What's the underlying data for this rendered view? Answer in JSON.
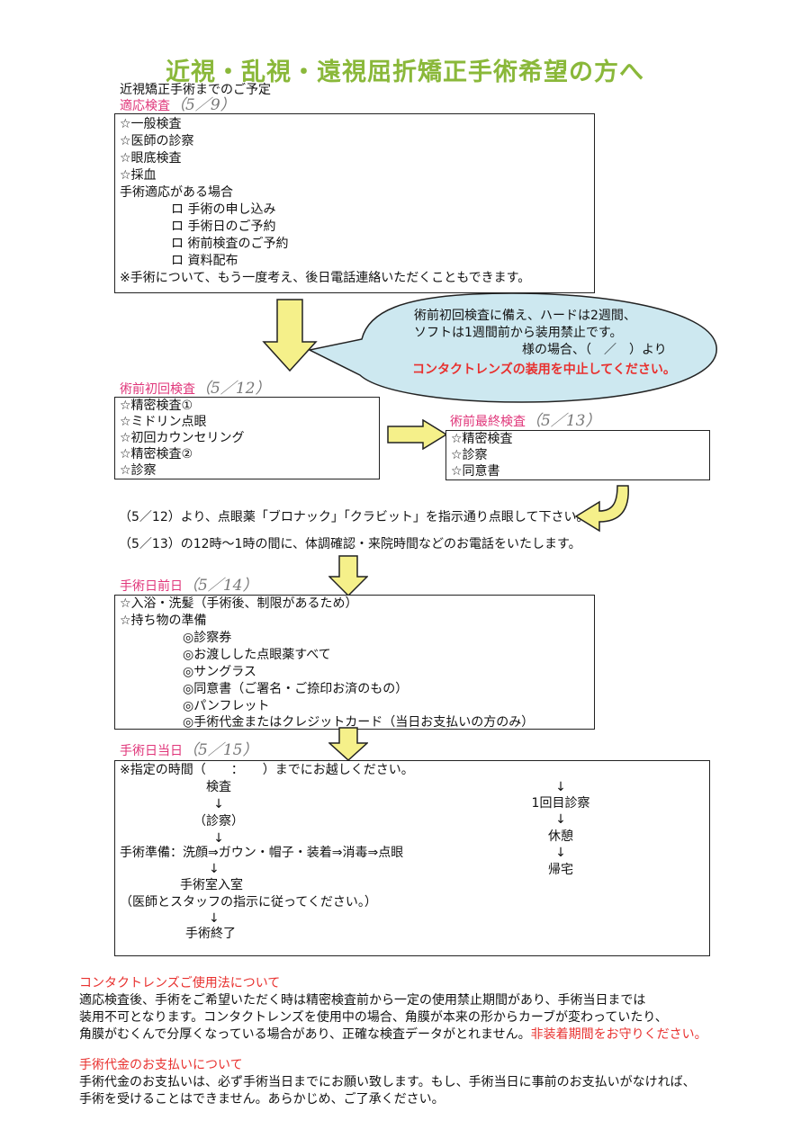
{
  "title": "近視・乱視・遠視屈折矯正手術希望の方へ",
  "intro": "近視矯正手術までのご予定",
  "tekiou": {
    "heading": "適応検査",
    "date": "（5／9）",
    "items": [
      "☆一般検査",
      "☆医師の診察",
      "☆眼底検査",
      "☆採血"
    ],
    "subhead": "手術適応がある場合",
    "checks": [
      "ロ 手術の申し込み",
      "ロ 手術日のご予約",
      "ロ 術前検査のご予約",
      "ロ 資料配布"
    ],
    "note": "※手術について、もう一度考え、後日電話連絡いただくこともできます。"
  },
  "bubble": {
    "line1": "術前初回検査に備え、ハードは2週間、",
    "line2": "ソフトは1週間前から装用禁止です。",
    "line3": "様の場合、（　／　）より",
    "line4": "コンタクトレンズの装用を中止してください。"
  },
  "shoki": {
    "heading": "術前初回検査",
    "date": "（5／12）",
    "items": [
      "☆精密検査①",
      "☆ミドリン点眼",
      "☆初回カウンセリング",
      "☆精密検査②",
      "☆診察"
    ]
  },
  "saishu": {
    "heading": "術前最終検査",
    "date": "（5／13）",
    "items": [
      "☆精密検査",
      "☆診察",
      "☆同意書"
    ]
  },
  "notice": {
    "line1": "（5／12）より、点眼薬「ブロナック」「クラビット」を指示通り点眼して下さい。",
    "line2": "（5／13）の12時～1時の間に、体調確認・来院時間などのお電話をいたします。"
  },
  "zenjitsu": {
    "heading": "手術日前日",
    "date": "（5／14）",
    "items": [
      "☆入浴・洗髪（手術後、制限があるため）",
      "☆持ち物の準備"
    ],
    "belongings": [
      "◎診察券",
      "◎お渡しした点眼薬すべて",
      "◎サングラス",
      "◎同意書（ご署名・ご捺印お済のもの）",
      "◎パンフレット",
      "◎手術代金またはクレジットカード（当日お支払いの方のみ）"
    ]
  },
  "toujitsu": {
    "heading": "手術日当日",
    "date": "（5／15）",
    "first": "※指定の時間（　　：　　）までにお越しください。",
    "steps_left": [
      "検査",
      "↓",
      "（診察）",
      "↓",
      "手術準備：洗顔⇒ガウン・帽子・装着⇒消毒⇒点眼",
      "↓",
      "手術室入室",
      "（医師とスタッフの指示に従ってください。）",
      "↓",
      "手術終了"
    ],
    "steps_right": [
      "↓",
      "1回目診察",
      "↓",
      "休憩",
      "↓",
      "帰宅"
    ]
  },
  "contact": {
    "heading": "コンタクトレンズご使用法について",
    "line1": "適応検査後、手術をご希望いただく時は精密検査前から一定の使用禁止期間があり、手術当日までは",
    "line2": "装用不可となります。コンタクトレンズを使用中の場合、角膜が本来の形からカーブが変わっていたり、",
    "line3": "角膜がむくんで分厚くなっている場合があり、正確な検査データがとれません。",
    "line3_red": "非装着期間をお守りください。"
  },
  "payment": {
    "heading": "手術代金のお支払いについて",
    "line1": "手術代金のお支払いは、必ず手術当日までにお願い致します。もし、手術当日に事前のお支払いがなければ、",
    "line2": "手術を受けることはできません。あらかじめ、ご了承ください。"
  },
  "colors": {
    "title": "#8ab83a",
    "pink": "#e0367a",
    "red": "#e8302e",
    "arrow_fill": "#f5f08a",
    "bubble_fill": "#cde8f0"
  }
}
